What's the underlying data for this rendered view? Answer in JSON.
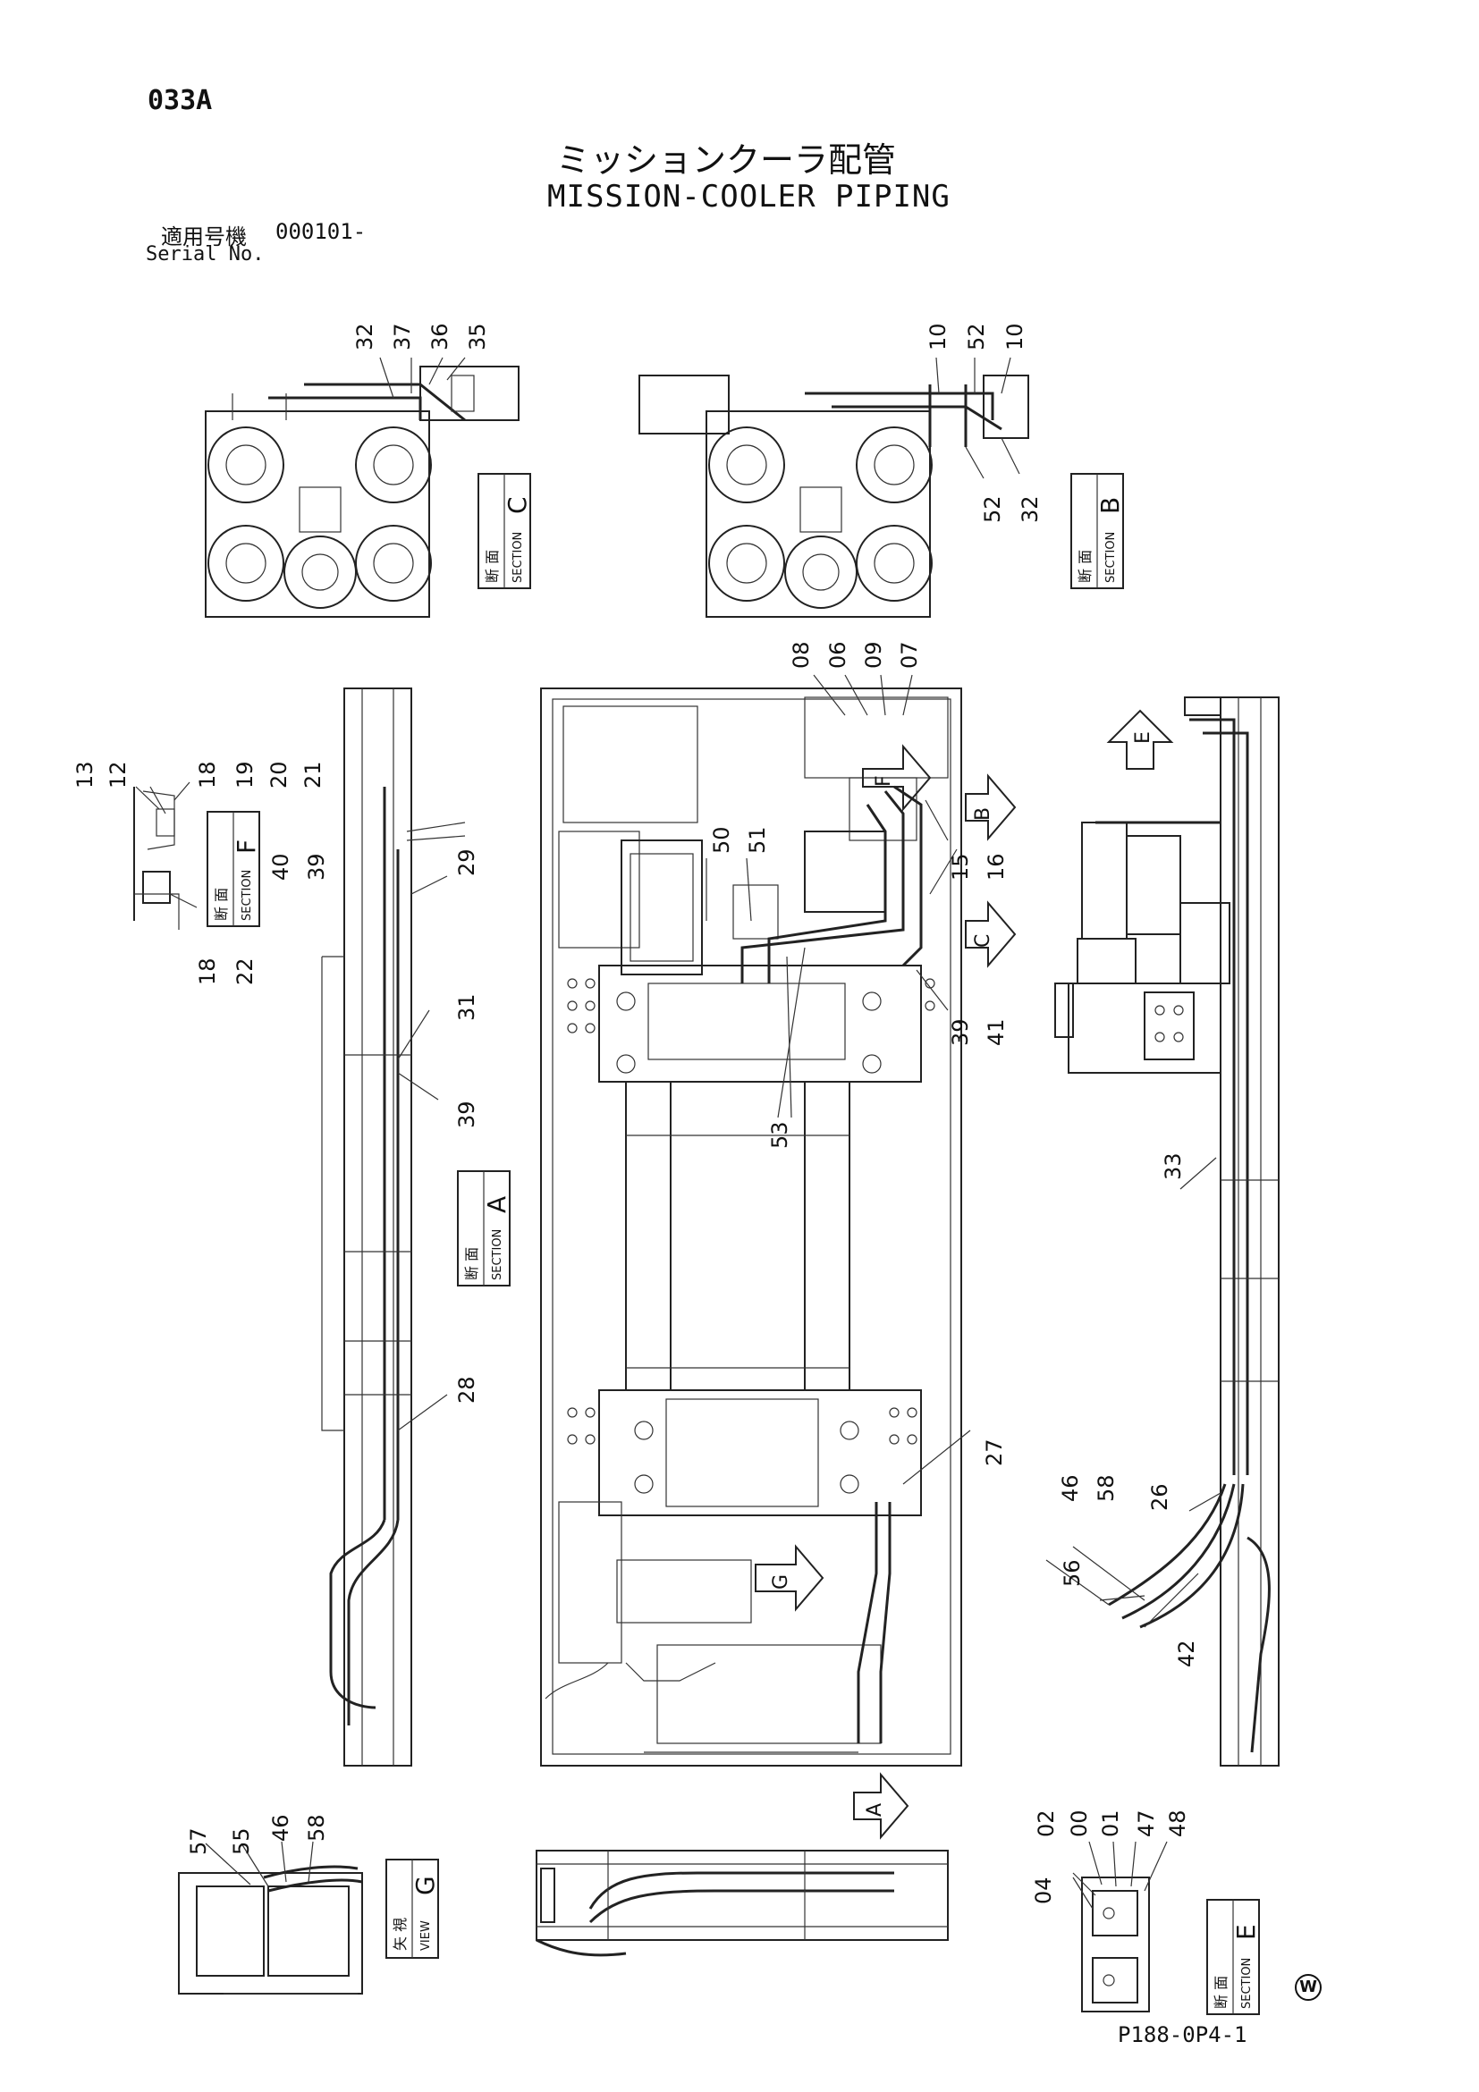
{
  "header": {
    "page_code": "033A",
    "title_jp": "ミッションクーラ配管",
    "title_en": "MISSION-COOLER PIPING",
    "serial_label_jp": "適用号機",
    "serial_label_en": "Serial No.",
    "serial_value": "000101-"
  },
  "footer": {
    "doc_code": "P188-0P4-1",
    "watermark": "W"
  },
  "sections": {
    "section_c": {
      "jp": "断 面",
      "en": "SECTION",
      "letter": "C"
    },
    "section_b": {
      "jp": "断 面",
      "en": "SECTION",
      "letter": "B"
    },
    "section_f": {
      "jp": "断 面",
      "en": "SECTION",
      "letter": "F"
    },
    "section_a": {
      "jp": "断 面",
      "en": "SECTION",
      "letter": "A"
    },
    "view_g": {
      "jp": "矢 視",
      "en": "VIEW",
      "letter": "G"
    },
    "section_e": {
      "jp": "断 面",
      "en": "SECTION",
      "letter": "E"
    }
  },
  "arrows": {
    "e": "E",
    "f": "F",
    "b": "B",
    "c": "C",
    "g": "G",
    "a": "A"
  },
  "callouts": {
    "c_32": "32",
    "c_37": "37",
    "c_36": "36",
    "c_35": "35",
    "b_10a": "10",
    "b_52a": "52",
    "b_10b": "10",
    "b_52b": "52",
    "b_32": "32",
    "f_13": "13",
    "f_12": "12",
    "f_18a": "18",
    "f_19": "19",
    "f_20": "20",
    "f_21": "21",
    "f_18b": "18",
    "f_22": "22",
    "a_40": "40",
    "a_39a": "39",
    "a_29": "29",
    "a_31": "31",
    "a_39b": "39",
    "a_28": "28",
    "m_08": "08",
    "m_06": "06",
    "m_09": "09",
    "m_07": "07",
    "m_15": "15",
    "m_16": "16",
    "m_50": "50",
    "m_51": "51",
    "m_39": "39",
    "m_41": "41",
    "m_53": "53",
    "m_27": "27",
    "r_33": "33",
    "r_46": "46",
    "r_58": "58",
    "r_26": "26",
    "r_56": "56",
    "r_42": "42",
    "g_57": "57",
    "g_55": "55",
    "g_46": "46",
    "g_58": "58",
    "e_04": "04",
    "e_02": "02",
    "e_00": "00",
    "e_01": "01",
    "e_47": "47",
    "e_48": "48"
  }
}
